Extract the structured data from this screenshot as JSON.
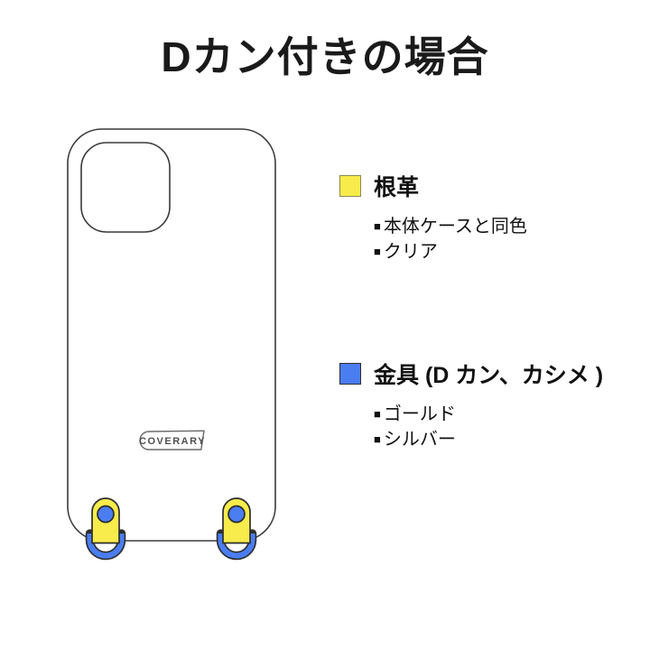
{
  "title": "Dカン付きの場合",
  "illustration": {
    "brand_label": "COVERARY"
  },
  "legend": {
    "groups": [
      {
        "swatch": {
          "color": "#f7ec4b",
          "border": "#8b8b55"
        },
        "title": "根革",
        "items": [
          {
            "bullet": "■",
            "label": "本体ケースと同色"
          },
          {
            "bullet": "■",
            "label": "クリア"
          }
        ]
      },
      {
        "swatch": {
          "color": "#4a7df0",
          "border": "#2e2e2e"
        },
        "title": "金具 (D カン、カシメ )",
        "items": [
          {
            "bullet": "■",
            "label": "ゴールド"
          },
          {
            "bullet": "■",
            "label": "シルバー"
          }
        ]
      }
    ]
  },
  "colors": {
    "background": "#ffffff",
    "outline": "#2e2e2e",
    "case_outline": "#3a3a3a",
    "leather_yellow": "#f7ec4b",
    "metal_blue": "#4a7df0",
    "label_border": "#6a6a6a",
    "brand_text": "#4f4f4f",
    "text": "#111111"
  }
}
